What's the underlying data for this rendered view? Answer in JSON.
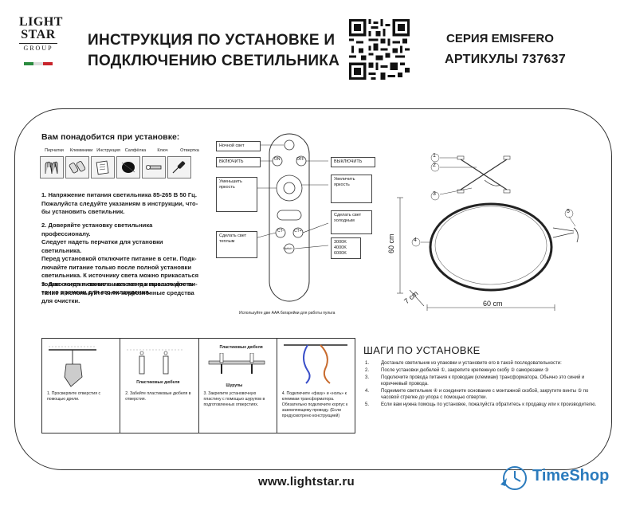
{
  "logo": {
    "line1": "LIGHT",
    "line2": "STAR",
    "line3": "GROUP"
  },
  "header": {
    "title_line1": "ИНСТРУКЦИЯ ПО УСТАНОВКЕ И",
    "title_line2": "ПОДКЛЮЧЕНИЮ СВЕТИЛЬНИКА",
    "series": "СЕРИЯ EMISFERO",
    "article": "АРТИКУЛЫ 737637"
  },
  "tools": {
    "heading": "Вам понадобится при установке:",
    "labels": [
      "Перчатки",
      "Клеммники",
      "Инструкция",
      "Сапфёлка",
      "Ключ",
      "Отвертка"
    ]
  },
  "instructions": [
    {
      "line1": "1. Напряжение питания светильника 85-265 В 50 Гц.",
      "line2": "Пожалуйста следуйте указаниям в инструкции, что-",
      "line3": "бы установить светильник."
    },
    {
      "line1": "2. Доверяйте установку светильника профессионалу.",
      "line2": "Следует надеть перчатки для установки светильника.",
      "line3": "Перед установкой отключите питание в сети. Подк-",
      "line4": "лючайте питание только после полной установки",
      "line5": "светильника. К источнику света можно прикасаться",
      "line6": "только когда питание выключено и прошло доста-",
      "line7": "точно времени для его охлаждения."
    },
    {
      "line1": "3. Для очистки светильника всегда выключайте пи-",
      "line2": "тание и используйте анти-коррозионные средства",
      "line3": "для очистки."
    }
  ],
  "remote": {
    "night": "Ночной свет",
    "on": "ВКЛЮЧИТЬ",
    "off": "ВЫКЛЮЧИТЬ",
    "dim_down": "Уменьшить яркость",
    "dim_up": "Увеличить яркость",
    "cold": "Сделать свет холодным",
    "warm": "Сделать свет теплым",
    "temps": [
      "3000K",
      "4000K",
      "6000K"
    ],
    "btn_on": "ON",
    "btn_off": "OFF",
    "btn_ct_minus": "CT-",
    "btn_ct_plus": "CT+",
    "btn_switch": "Switch",
    "battery_note": "Используйте две AAA батарейки для работы пульта"
  },
  "diagram": {
    "callouts": [
      "1",
      "2",
      "3",
      "4",
      "5"
    ],
    "height": "60 cm",
    "width": "60 cm",
    "depth": "7 cm"
  },
  "steps_box": {
    "step1": "1. Просверлите отверстия с помощью дрели.",
    "step2_label": "Пластиковые дюбеля",
    "step2": "2. Забейте пластиковые дюбеля в отверстия.",
    "step3_label": "Пластиковые дюбеля",
    "step3_label2": "Шурупы",
    "step3": "3. Закрепите установочную пластину с помощью шурупов в подготовленных отверстиях.",
    "step4": "4. Подключите «фазу» и «ноль» к клеммам трансформатора. Обязательно подключите корпус к заземляющему проводу. (Если предусмотрено конструкцией)"
  },
  "install_steps": {
    "heading": "ШАГИ ПО УСТАНОВКЕ",
    "items": [
      {
        "num": "1.",
        "text": "Достаньте светильник из упаковки и установите его в такой последовательности:"
      },
      {
        "num": "2.",
        "text": "После установки дюбелей ①, закрепите крепежную скобу ② саморезами ③"
      },
      {
        "num": "3.",
        "text": "Подключите провода питания к проводам (клеммам) трансформатора. Обычно это синий и коричневый провода."
      },
      {
        "num": "4.",
        "text": "Поднимите светильник ④ и соедините основание с монтажной скобой, закрутите винты ⑤ по часовой стрелке до упора с помощью отвертки."
      },
      {
        "num": "5.",
        "text": "Если вам нужна помощь по установке, пожалуйста обратитесь к продавцу или к производителю."
      }
    ]
  },
  "footer": {
    "url": "www.lightstar.ru",
    "brand": "TimeShop"
  }
}
